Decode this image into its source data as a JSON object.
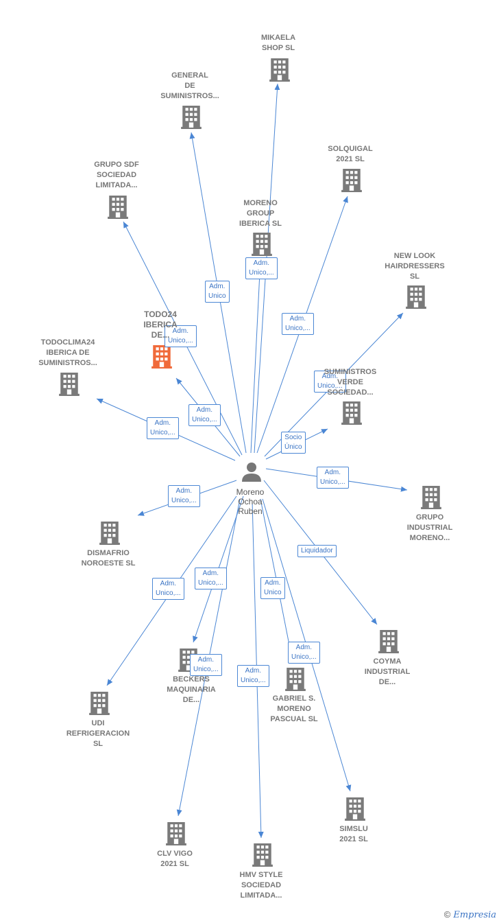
{
  "center": {
    "name": "Moreno\nOchoa\nRuben"
  },
  "colors": {
    "edge": "#4a86d4",
    "building": "#7a7a7a",
    "highlight": "#f06a3a"
  },
  "nodes": [
    {
      "id": "mikaela",
      "label": "MIKAELA\nSHOP  SL",
      "rel": ""
    },
    {
      "id": "general",
      "label": "GENERAL\nDE\nSUMINISTROS...",
      "rel": "Adm.\nUnico"
    },
    {
      "id": "solquigal",
      "label": "SOLQUIGAL\n2021  SL",
      "rel": "Adm.\nUnico,..."
    },
    {
      "id": "gruposdf",
      "label": "GRUPO SDF\nSOCIEDAD\nLIMITADA...",
      "rel": "Adm.\nUnico,..."
    },
    {
      "id": "morenogroup",
      "label": "MORENO\nGROUP\nIBERICA  SL",
      "rel": "Adm.\nUnico,..."
    },
    {
      "id": "newlook",
      "label": "NEW LOOK\nHAIRDRESSERS\nSL",
      "rel": "Adm.\nUnico,..."
    },
    {
      "id": "todo24",
      "label": "TODO24\nIBERICA\nDE...",
      "rel": "Adm.\nUnico,...",
      "highlight": true
    },
    {
      "id": "todoclima",
      "label": "TODOCLIMA24\nIBERICA DE\nSUMINISTROS...",
      "rel": "Adm.\nUnico,..."
    },
    {
      "id": "suministros",
      "label": "SUMINISTROS\nVERDE\nSOCIEDAD...",
      "rel": "Socio\nÚnico"
    },
    {
      "id": "grupoind",
      "label": "GRUPO\nINDUSTRIAL\nMORENO...",
      "rel": "Adm.\nUnico,..."
    },
    {
      "id": "dismafrio",
      "label": "DISMAFRIO\nNOROESTE  SL",
      "rel": "Adm.\nUnico,..."
    },
    {
      "id": "coyma",
      "label": "COYMA\nINDUSTRIAL\nDE...",
      "rel": "Liquidador"
    },
    {
      "id": "udi",
      "label": "UDI\nREFRIGERACION\nSL",
      "rel": "Adm.\nUnico,..."
    },
    {
      "id": "beckers",
      "label": "BECKERS\nMAQUINARIA\nDE...",
      "rel": "Adm.\nUnico,..."
    },
    {
      "id": "gabriel",
      "label": "GABRIEL S.\nMORENO\nPASCUAL  SL",
      "rel": "Adm.\nUnico"
    },
    {
      "id": "clvvigo",
      "label": "CLV VIGO\n2021  SL",
      "rel": "Adm.\nUnico,..."
    },
    {
      "id": "hmv",
      "label": "HMV STYLE\nSOCIEDAD\nLIMITADA...",
      "rel": "Adm.\nUnico,..."
    },
    {
      "id": "simslu",
      "label": "SIMSLU\n2021  SL",
      "rel": "Adm.\nUnico,..."
    }
  ],
  "footer": {
    "copyright": "©",
    "brand": "Empresia"
  }
}
